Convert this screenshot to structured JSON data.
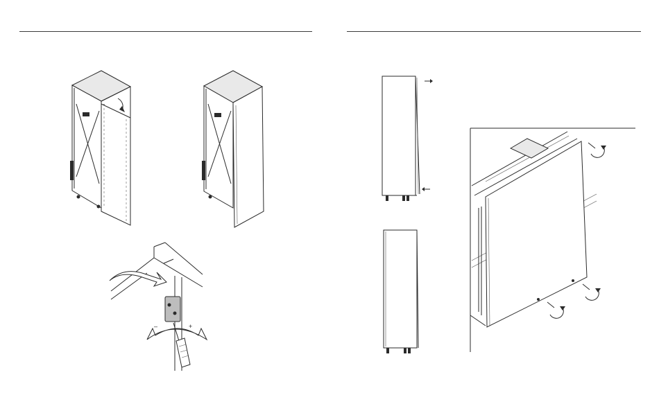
{
  "page": {
    "colors": {
      "line": "#2a2a2a",
      "rule": "#3a3a3a",
      "background": "#ffffff"
    }
  },
  "left_panel": {
    "figures": [
      "appliance-door-removal-illustration",
      "appliance-door-fitted-illustration",
      "hinge-adjustment-illustration"
    ],
    "icons": [
      "rotate-arrow-icon",
      "screwdriver-icon",
      "double-arrow-icon"
    ]
  },
  "right_panel": {
    "figures": [
      "appliance-side-alignment-illustration",
      "appliance-side-aligned-illustration",
      "door-leveling-detail-illustration"
    ],
    "icons": [
      "rotate-clockwise-icon",
      "rotate-clockwise-icon",
      "rotate-clockwise-icon"
    ]
  }
}
